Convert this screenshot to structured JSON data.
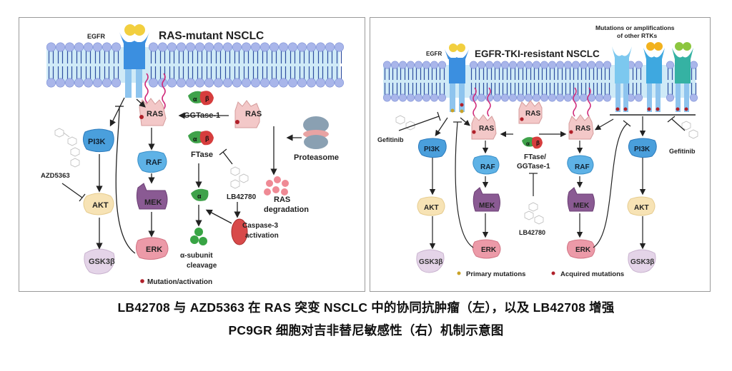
{
  "left_panel": {
    "title": "RAS-mutant NSCLC",
    "receptor_label": "EGFR",
    "nodes": {
      "ras_membrane": "RAS",
      "ras_free": "RAS",
      "pi3k": "PI3K",
      "akt": "AKT",
      "gsk3b": "GSK3β",
      "raf": "RAF",
      "mek": "MEK",
      "erk": "ERK",
      "ggtase": "GGTase-1",
      "ftase": "FTase",
      "alpha": "α",
      "beta": "β",
      "proteasome": "Proteasome",
      "ras_degradation_1": "RAS",
      "ras_degradation_2": "degradation",
      "caspase_1": "Caspase-3",
      "caspase_2": "activation",
      "cleavage_1": "α-subunit",
      "cleavage_2": "cleavage"
    },
    "drugs": {
      "azd": "AZD5363",
      "lb": "LB42780"
    },
    "legend": "Mutation/activation"
  },
  "right_panel": {
    "title": "EGFR-TKI-resistant NSCLC",
    "receptor_label": "EGFR",
    "rtk_note_1": "Mutations or amplifications",
    "rtk_note_2": "of other RTKs",
    "nodes": {
      "ras_left": "RAS",
      "ras_center": "RAS",
      "ras_right": "RAS",
      "pi3k": "PI3K",
      "akt": "AKT",
      "gsk3b": "GSK3β",
      "raf": "RAF",
      "mek": "MEK",
      "erk": "ERK",
      "enzyme_1": "FTase/",
      "enzyme_2": "GGTase-1",
      "alpha": "α",
      "beta": "β"
    },
    "drugs": {
      "gefitinib": "Gefitinib",
      "lb": "LB42780"
    },
    "legend": {
      "primary": "Primary mutations",
      "acquired": "Acquired mutations"
    }
  },
  "colors": {
    "primary_mutation": "#c9a227",
    "acquired_mutation": "#b0202a",
    "membrane_head": "#a9b6ea",
    "membrane_band": "#cfeaf7",
    "egfr": "#3b8fe0",
    "ras": "#f3c8c8",
    "pi3k": "#4a9fdc",
    "akt": "#f7e3b5",
    "gsk": "#e4d4e8",
    "mek": "#8a5a93",
    "erk": "#ec9aa8",
    "alpha": "#3fa24a",
    "beta": "#d63d3d"
  },
  "caption": {
    "line1": "LB42708 与 AZD5363 在 RAS 突变  NSCLC  中的协同抗肿瘤（左），以及 LB42708 增强",
    "line2": "PC9GR 细胞对吉非替尼敏感性（右）机制示意图"
  }
}
